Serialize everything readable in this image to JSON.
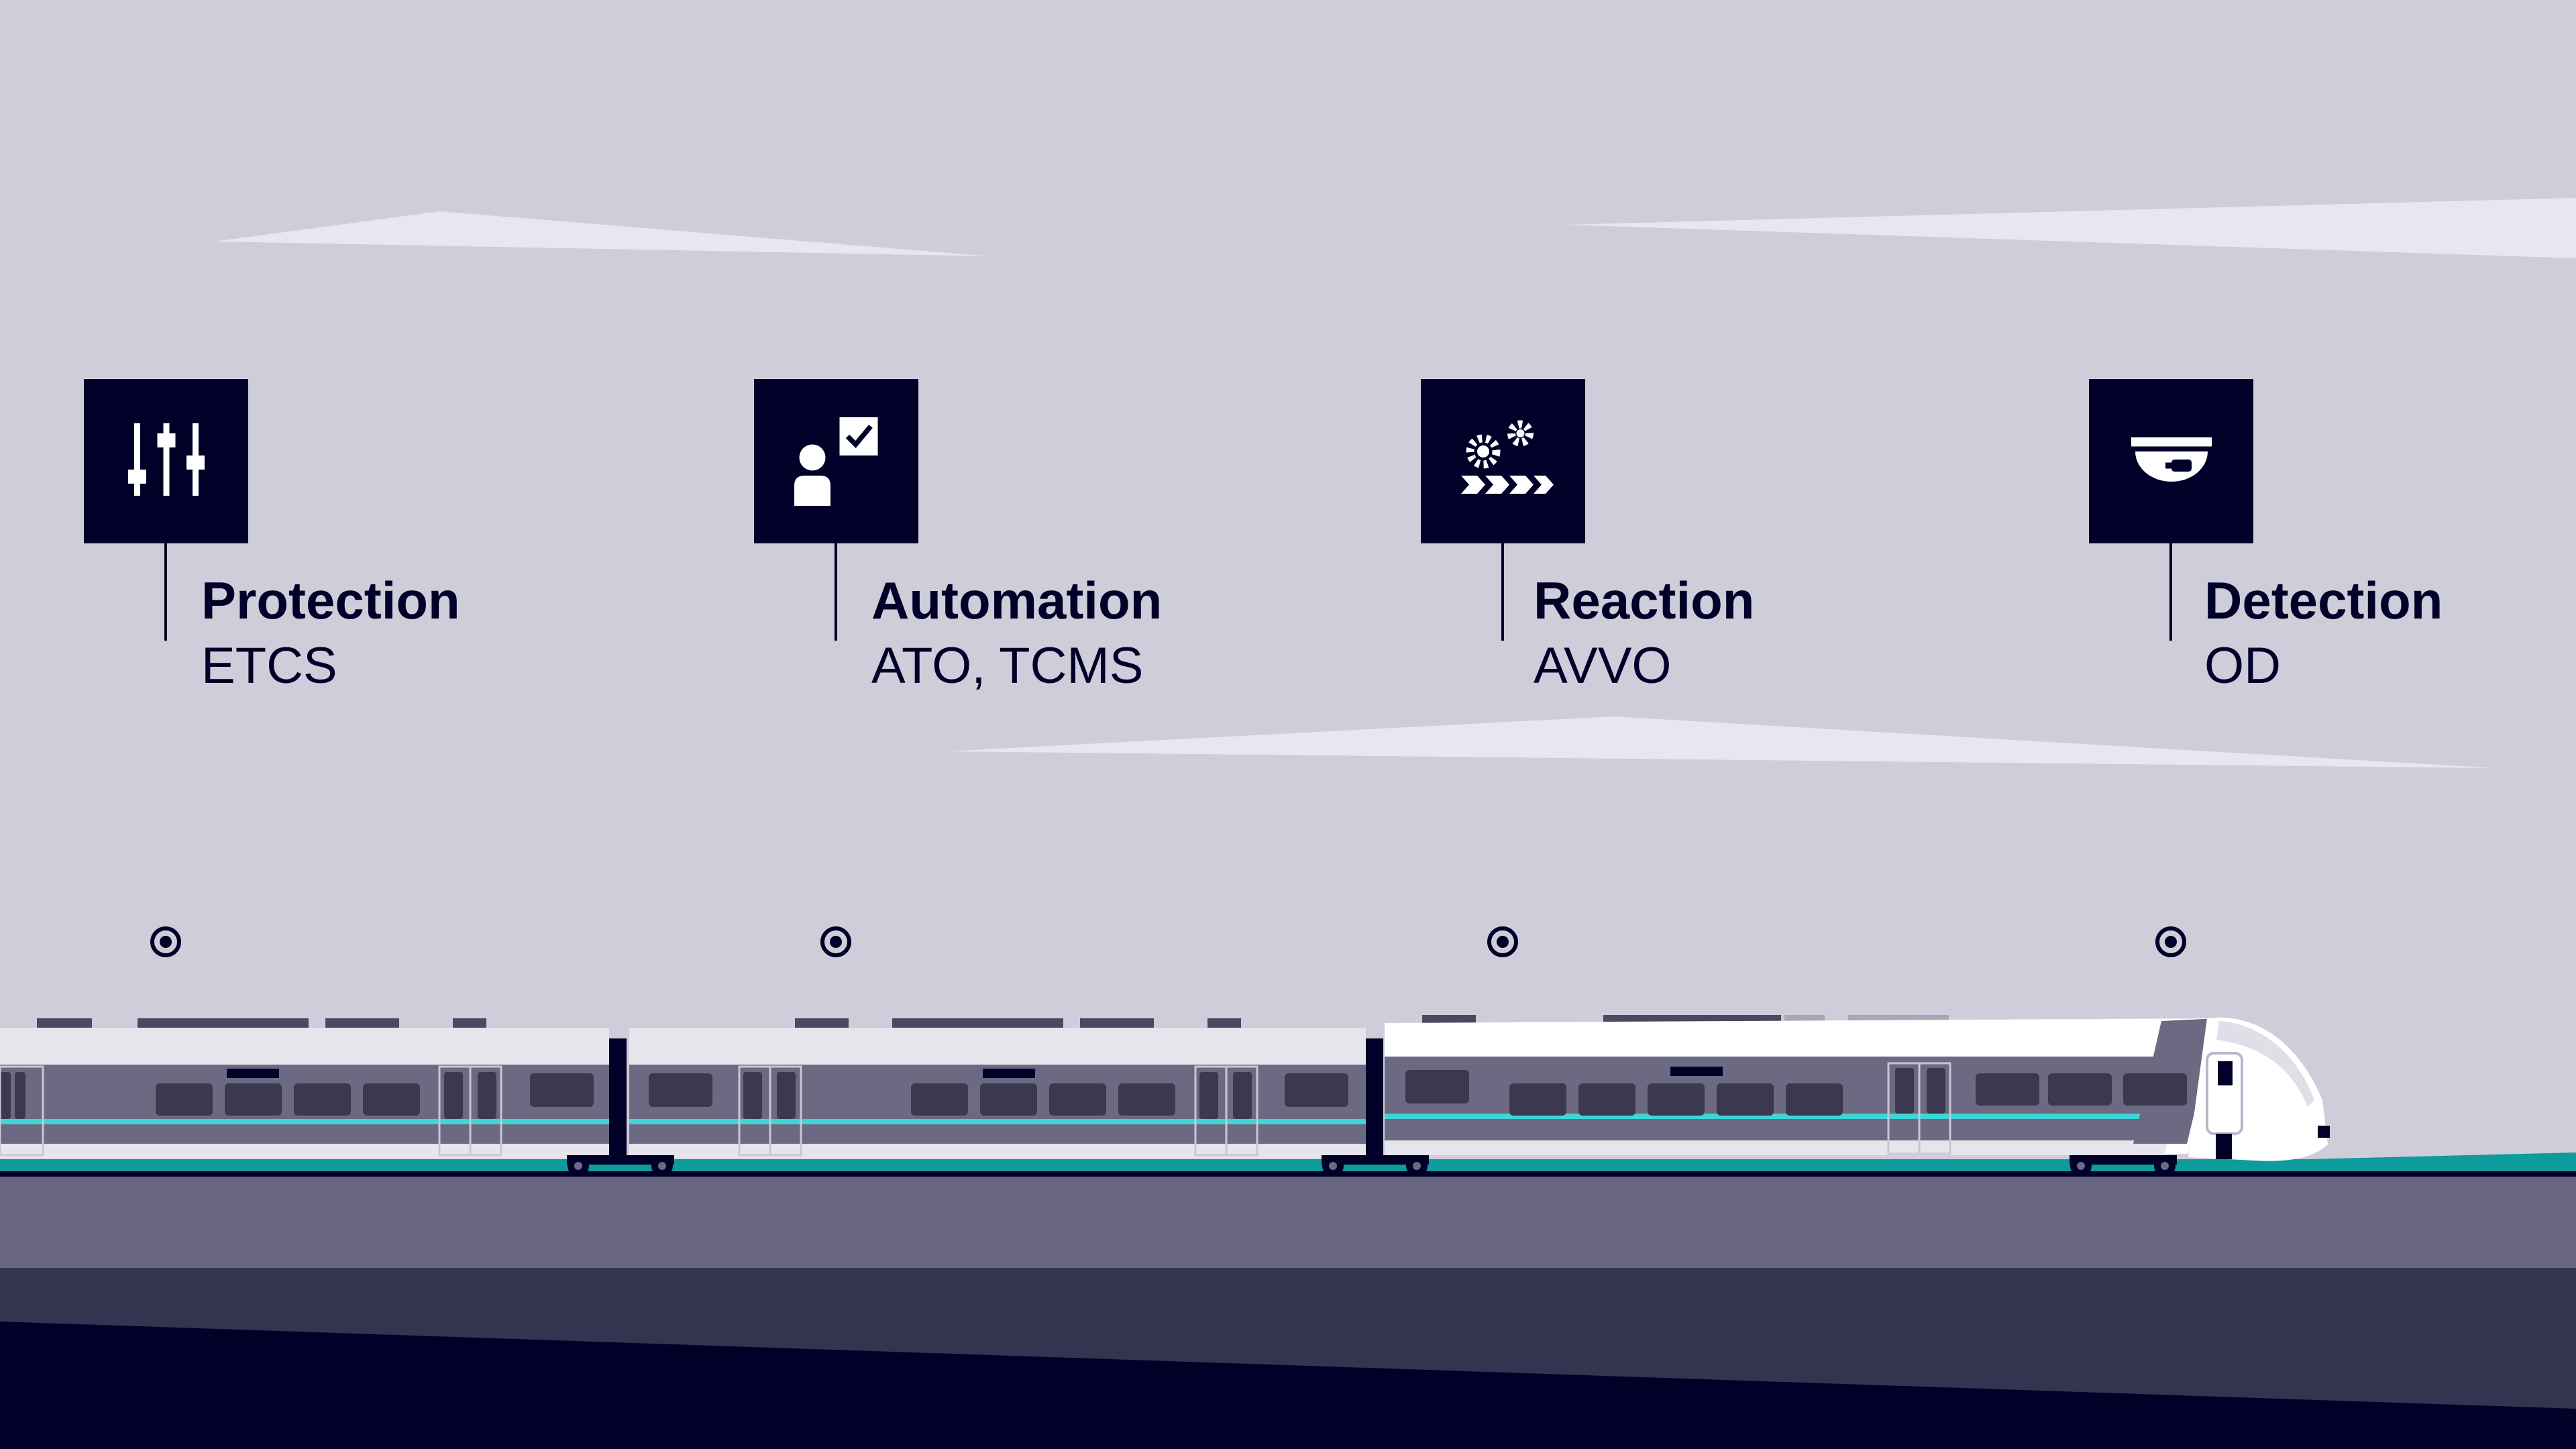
{
  "features": [
    {
      "title": "Protection",
      "subtitle": "ETCS",
      "icon": "sliders-icon"
    },
    {
      "title": "Automation",
      "subtitle": "ATO, TCMS",
      "icon": "person-checkbox-icon"
    },
    {
      "title": "Reaction",
      "subtitle": "AVVO",
      "icon": "gears-arrows-icon"
    },
    {
      "title": "Detection",
      "subtitle": "OD",
      "icon": "dome-camera-icon"
    }
  ],
  "colors": {
    "sky": "#cfcdd9",
    "cloud": "#e8e6ee",
    "navy": "#000028",
    "track_teal": "#0d9b9b",
    "train_accent": "#3fd6d6",
    "ground_light": "#686682",
    "ground_mid": "#353450"
  }
}
